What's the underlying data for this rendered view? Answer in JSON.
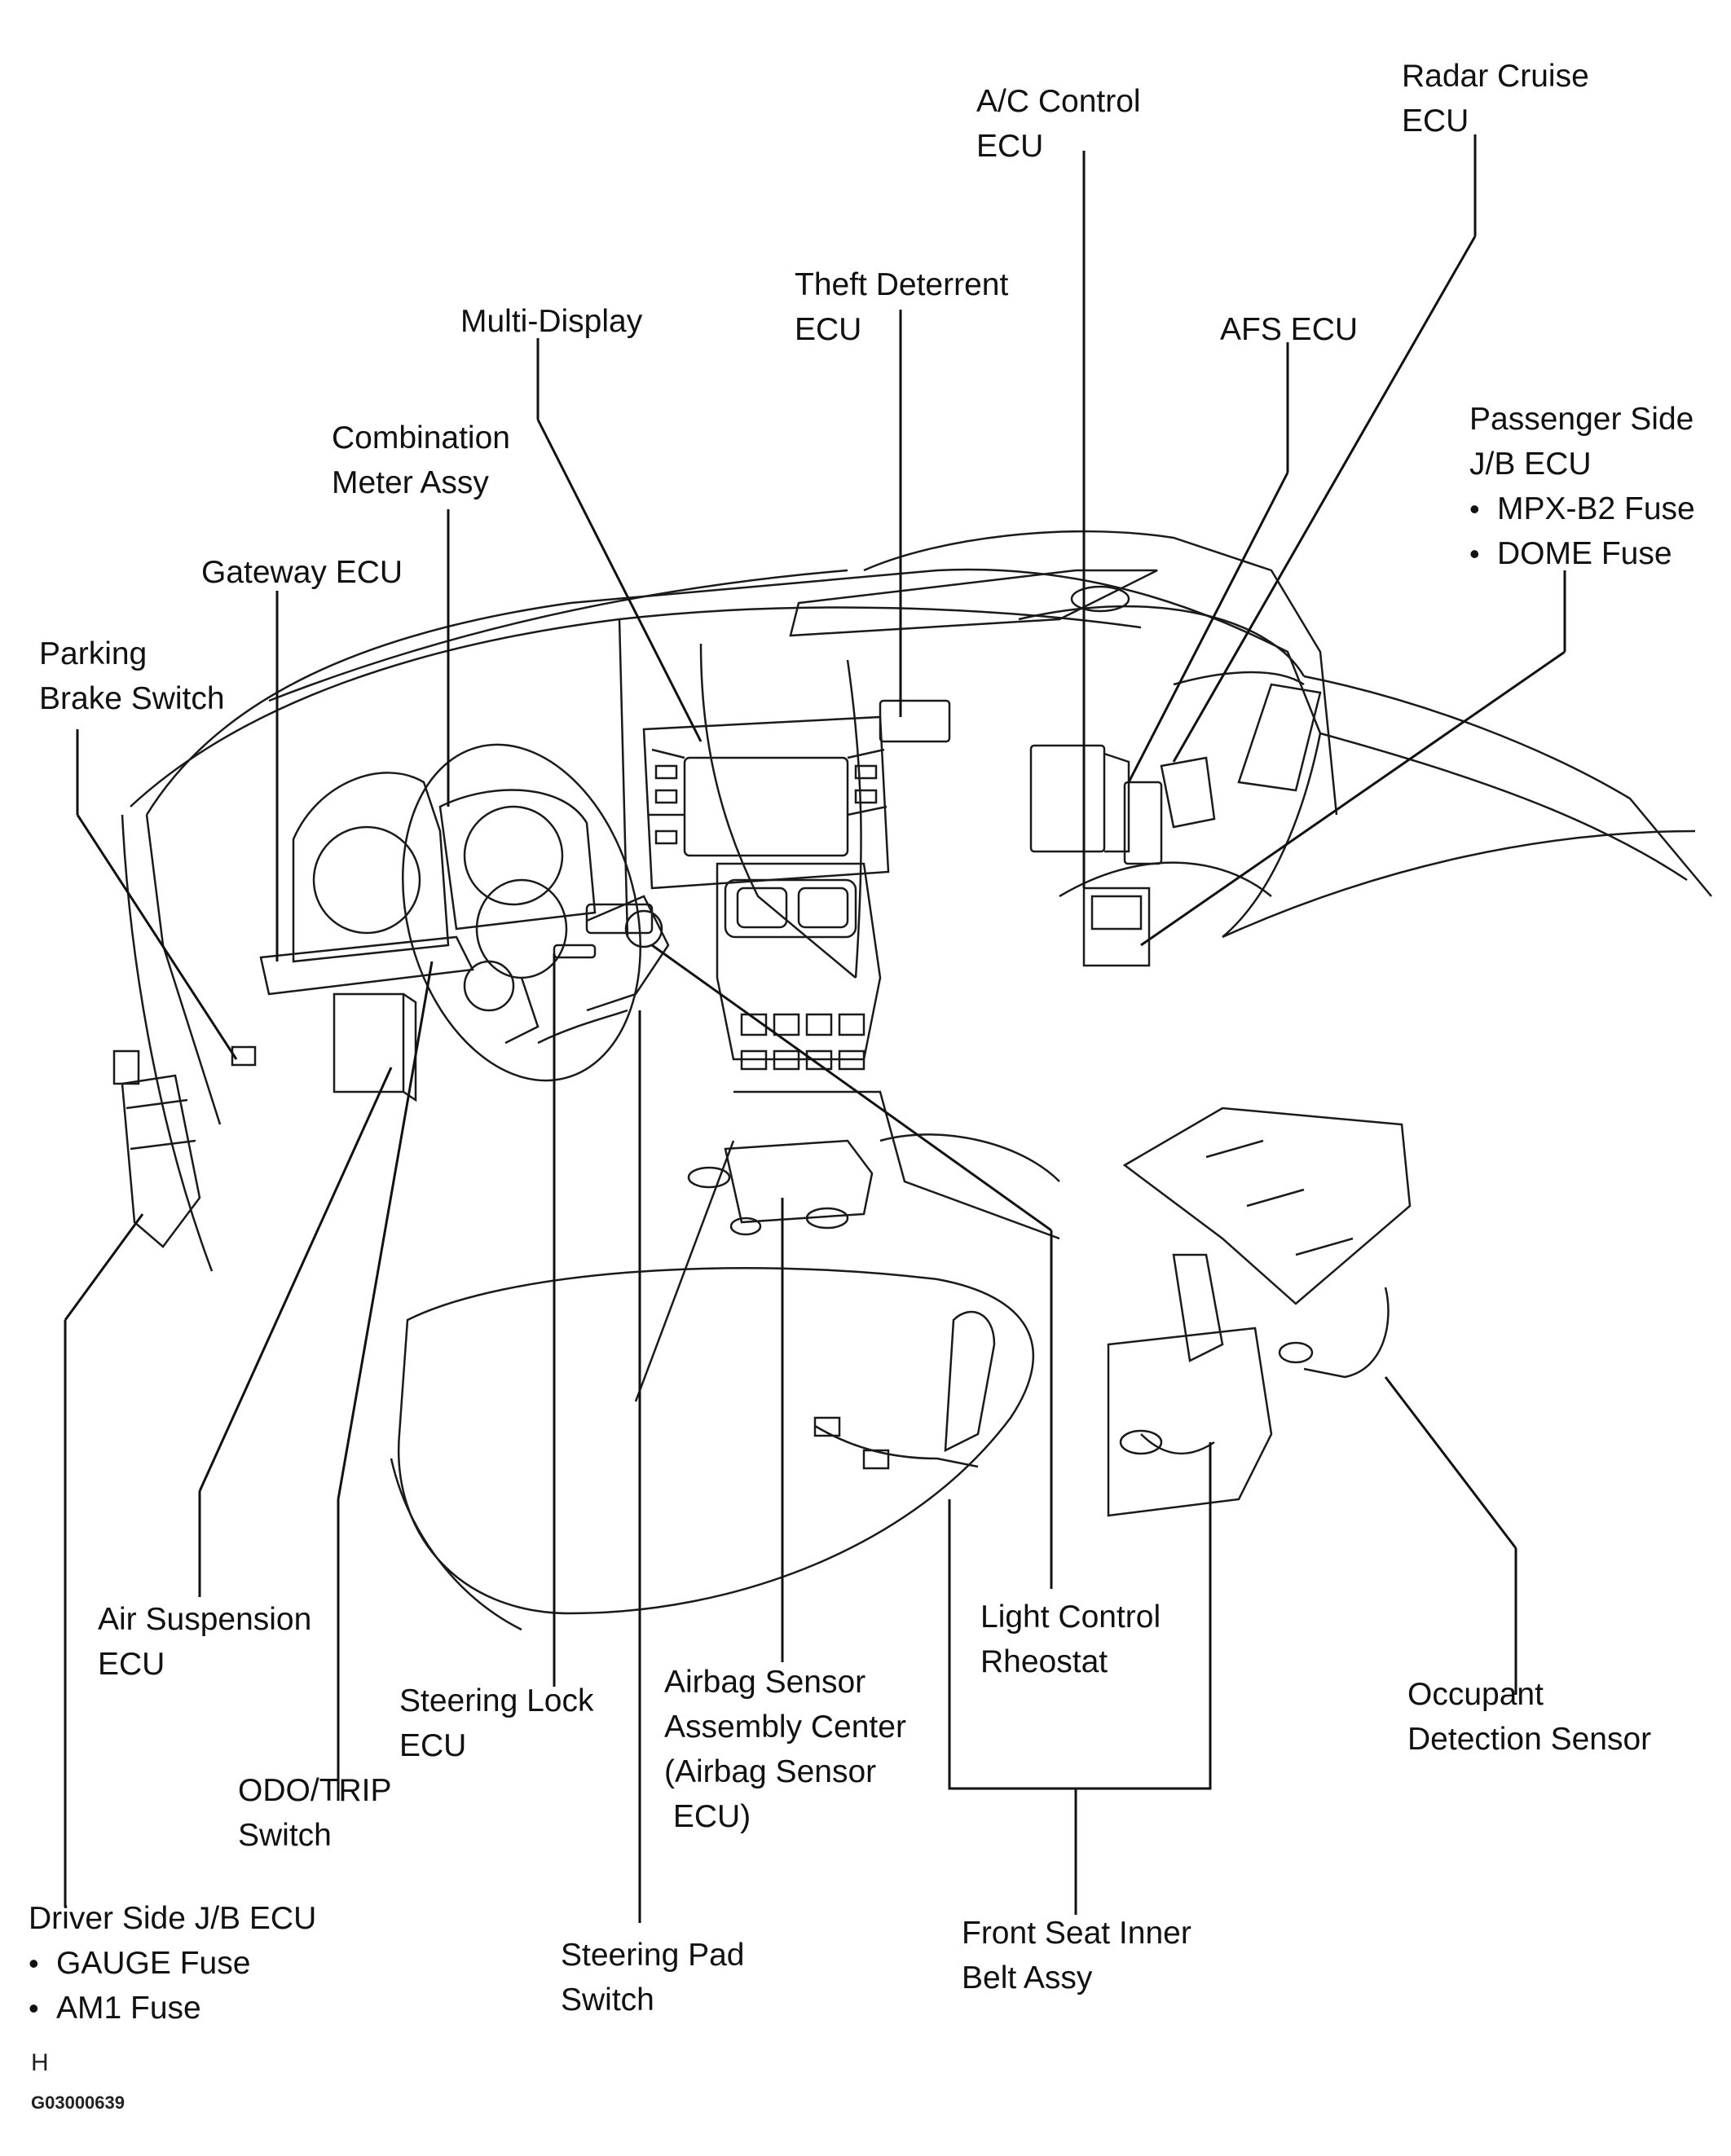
{
  "labels": {
    "ac_control_ecu": [
      "A/C Control",
      "ECU"
    ],
    "radar_cruise_ecu": [
      "Radar Cruise",
      "ECU"
    ],
    "theft_deterrent_ecu": [
      "Theft Deterrent",
      "ECU"
    ],
    "afs_ecu": [
      "AFS ECU"
    ],
    "multi_display": [
      "Multi-Display"
    ],
    "combination_meter": [
      "Combination",
      "Meter Assy"
    ],
    "passenger_jb_ecu": [
      "Passenger Side",
      "J/B ECU"
    ],
    "passenger_fuses": [
      "MPX-B2 Fuse",
      "DOME Fuse"
    ],
    "gateway_ecu": [
      "Gateway ECU"
    ],
    "parking_brake_switch": [
      "Parking",
      "Brake Switch"
    ],
    "air_suspension_ecu": [
      "Air Suspension",
      "ECU"
    ],
    "steering_lock_ecu": [
      "Steering Lock",
      "ECU"
    ],
    "airbag_sensor": [
      "Airbag Sensor",
      "Assembly Center",
      "(Airbag Sensor",
      " ECU)"
    ],
    "light_control_rheostat": [
      "Light Control",
      "Rheostat"
    ],
    "occupant_detection": [
      "Occupant",
      "Detection Sensor"
    ],
    "odo_trip_switch": [
      "ODO/TRIP",
      "Switch"
    ],
    "driver_jb_ecu": [
      "Driver Side J/B ECU"
    ],
    "driver_fuses": [
      "GAUGE Fuse",
      "AM1 Fuse"
    ],
    "steering_pad_switch": [
      "Steering Pad",
      "Switch"
    ],
    "front_seat_belt": [
      "Front Seat Inner",
      "Belt Assy"
    ]
  },
  "footer": {
    "code_letter": "H",
    "figure_code": "G03000639"
  }
}
